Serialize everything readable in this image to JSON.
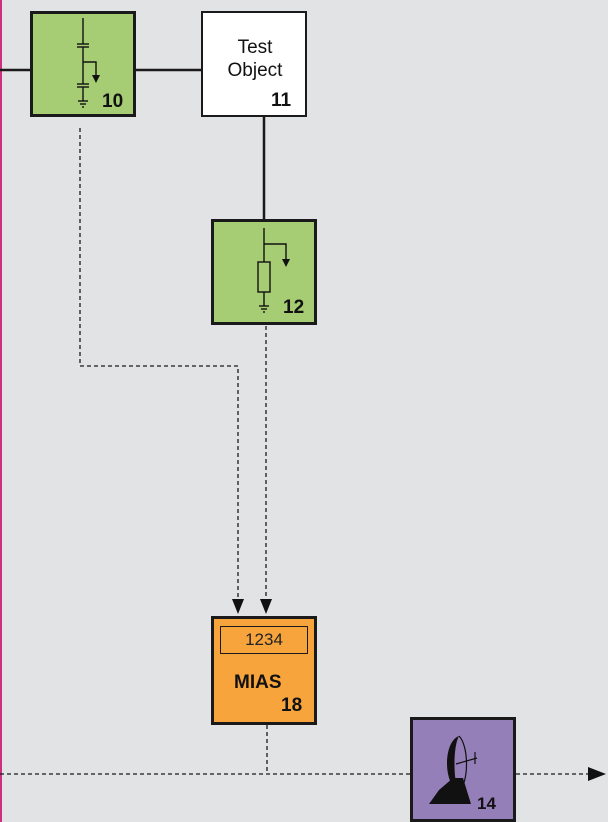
{
  "blocks": {
    "block_10": {
      "number": "10",
      "color": "#a6cc74"
    },
    "test_object": {
      "line1": "Test",
      "line2": "Object",
      "number": "11"
    },
    "block_12": {
      "number": "12",
      "color": "#a6cc74"
    },
    "mias": {
      "display": "1234",
      "label": "MIAS",
      "number": "18",
      "color": "#f7a43d"
    },
    "block_14": {
      "number": "14",
      "color": "#957fb8"
    }
  },
  "colors": {
    "background": "#e2e3e5",
    "left_border": "#cc2f7f",
    "line": "#1a1a1a"
  }
}
